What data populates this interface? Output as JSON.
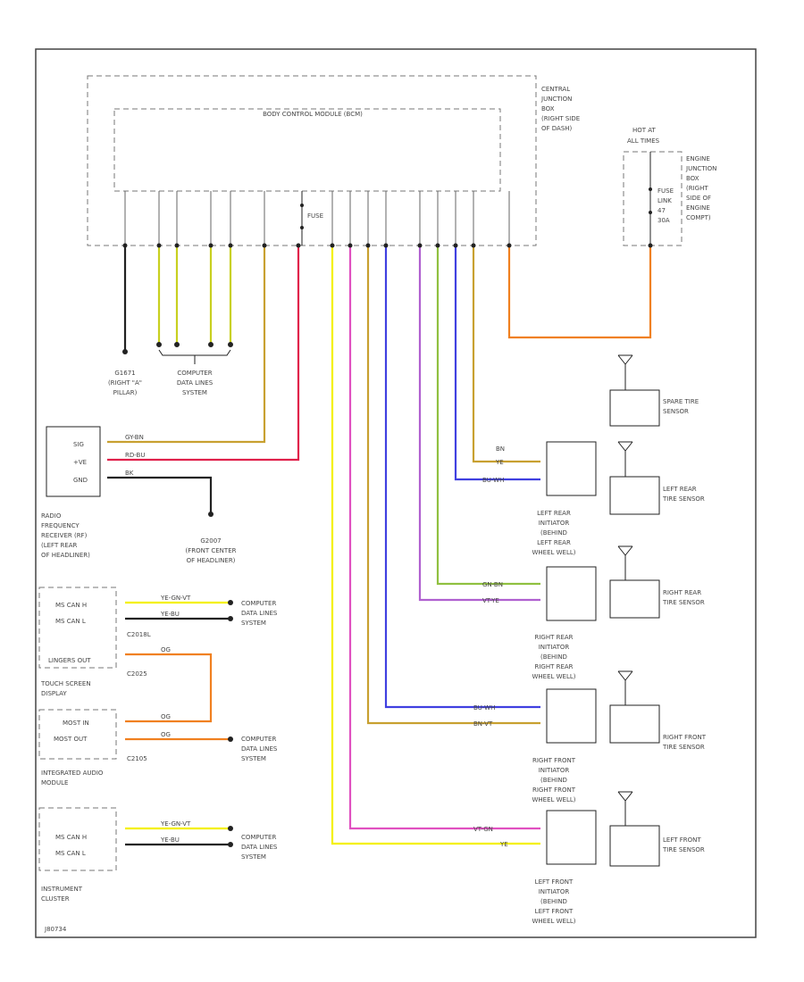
{
  "labels": {
    "module_header": "BODY CONTROL MODULE (BCM)",
    "central_junction": [
      "CENTRAL",
      "JUNCTION",
      "BOX",
      "(RIGHT SIDE",
      "OF DASH)"
    ],
    "hot_at": [
      "HOT AT",
      "ALL TIMES"
    ],
    "engine_junction": [
      "ENGINE",
      "JUNCTION",
      "BOX",
      "(RIGHT",
      "SIDE OF",
      "ENGINE",
      "COMPT)"
    ],
    "fuse_link": [
      "FUSE",
      "LINK",
      "47",
      "30A"
    ],
    "fuse": "FUSE",
    "ground_right": [
      "G1671",
      "(RIGHT \"A\"",
      "PILLAR)"
    ],
    "computer_top": [
      "COMPUTER",
      "DATA LINES",
      "SYSTEM"
    ],
    "rf_pins": [
      "SIG",
      "+VE",
      "GND"
    ],
    "rf_receiver": [
      "RADIO",
      "FREQUENCY",
      "RECEIVER (RF)",
      "(LEFT REAR",
      "OF HEADLINER)"
    ],
    "ground_front": [
      "G2007",
      "(FRONT CENTER",
      "OF HEADLINER)"
    ],
    "touch_pins": [
      "MS CAN H",
      "MS CAN L"
    ],
    "conn_c2018": "C2018L",
    "conn_c2025": "C2025",
    "lin_label": "LINGERS OUT",
    "touch_screen": [
      "TOUCH SCREEN",
      "DISPLAY"
    ],
    "most_pins": [
      "MOST IN",
      "MOST OUT"
    ],
    "conn_c2105": "C2105",
    "integrated_audio": [
      "INTEGRATED AUDIO",
      "MODULE"
    ],
    "cluster_pins": [
      "MS CAN H",
      "MS CAN L"
    ],
    "instrument_cluster": [
      "INSTRUMENT",
      "CLUSTER"
    ],
    "computer_mid1": [
      "COMPUTER",
      "DATA LINES",
      "SYSTEM"
    ],
    "computer_mid2": [
      "COMPUTER",
      "DATA LINES",
      "SYSTEM"
    ],
    "computer_bot": [
      "COMPUTER",
      "DATA LINES",
      "SYSTEM"
    ],
    "spare_tire": [
      "SPARE TIRE",
      "SENSOR"
    ],
    "left_rear_tire": [
      "LEFT REAR",
      "TIRE SENSOR"
    ],
    "right_rear_tire": [
      "RIGHT REAR",
      "TIRE SENSOR"
    ],
    "right_front_tire": [
      "RIGHT FRONT",
      "TIRE SENSOR"
    ],
    "left_front_tire": [
      "LEFT FRONT",
      "TIRE SENSOR"
    ],
    "lr_initiator": [
      "LEFT REAR",
      "INITIATOR",
      "(BEHIND",
      "LEFT REAR",
      "WHEEL WELL)"
    ],
    "rr_initiator": [
      "RIGHT REAR",
      "INITIATOR",
      "(BEHIND",
      "RIGHT REAR",
      "WHEEL WELL)"
    ],
    "rf_initiator": [
      "RIGHT FRONT",
      "INITIATOR",
      "(BEHIND",
      "RIGHT FRONT",
      "WHEEL WELL)"
    ],
    "lf_initiator": [
      "LEFT FRONT",
      "INITIATOR",
      "(BEHIND",
      "LEFT FRONT",
      "WHEEL WELL)"
    ],
    "footer": "J80734"
  },
  "wires": {
    "rf_sig": "GY-BN",
    "rf_ve": "RD-BU",
    "rf_gnd": "BK",
    "touch_h": "YE-GN-VT",
    "touch_l": "YE-BU",
    "most_top": "OG",
    "most_in": "OG",
    "most_out": "OG",
    "cluster_h": "YE-GN-VT",
    "cluster_l": "YE-BU",
    "lr_1": "BN",
    "lr_2": "YE",
    "lr_3": "BU-WH",
    "rr_1": "GN-BN",
    "rr_2": "VT-YE",
    "rf_1": "BU-WH",
    "rf_2": "BN-VT",
    "lf_1": "VT-GN",
    "lf_2": "YE"
  },
  "colors": {
    "yellow": "#f4f000",
    "yellow_green": "#c8d020",
    "tan": "#c8a030",
    "red": "#e0204a",
    "magenta": "#e050c0",
    "blue": "#4040e0",
    "violet": "#b060d0",
    "green": "#90c040",
    "orange": "#f08020",
    "black": "#222222"
  }
}
